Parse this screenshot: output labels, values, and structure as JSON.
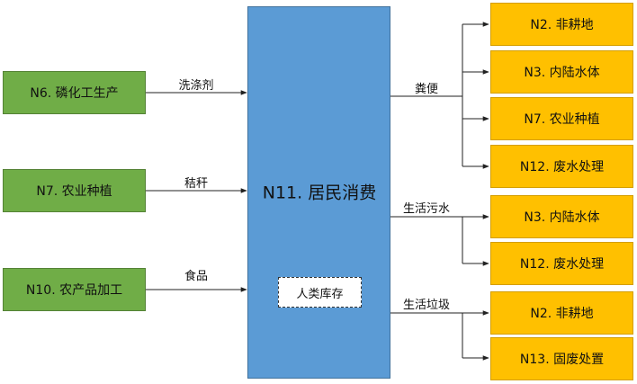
{
  "center": {
    "title": "N11. 居民消费",
    "inner": "人类库存"
  },
  "inputs": [
    {
      "source": "N6. 磷化工生产",
      "flow": "洗涤剂"
    },
    {
      "source": "N7. 农业种植",
      "flow": "秸秆"
    },
    {
      "source": "N10. 农产品加工",
      "flow": "食品"
    }
  ],
  "outputs": [
    {
      "flow": "粪便",
      "targets": [
        "N2. 非耕地",
        "N3. 内陆水体",
        "N7. 农业种植",
        "N12. 废水处理"
      ]
    },
    {
      "flow": "生活污水",
      "targets": [
        "N3. 内陆水体",
        "N12. 废水处理"
      ]
    },
    {
      "flow": "生活垃圾",
      "targets": [
        "N2. 非耕地",
        "N13. 固废处置"
      ]
    }
  ],
  "colors": {
    "input": "#70ad47",
    "output": "#ffc000",
    "center": "#5b9bd5"
  }
}
